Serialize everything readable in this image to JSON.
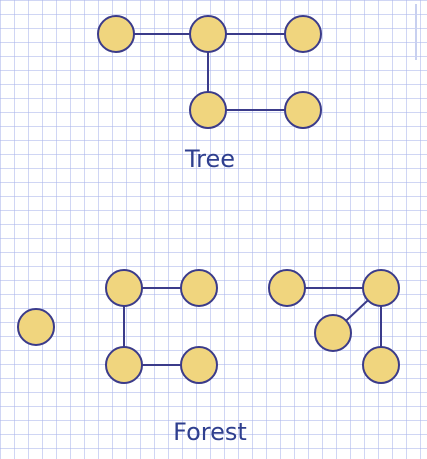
{
  "colors": {
    "node_fill": "#f0d57e",
    "node_stroke": "#3b3b8a",
    "edge": "#3b3b8a",
    "caption": "#2f3f8f"
  },
  "tree": {
    "label": "Tree",
    "nodes": [
      "t1",
      "t2",
      "t3",
      "t4",
      "t5"
    ],
    "edges": [
      [
        "t1",
        "t2"
      ],
      [
        "t2",
        "t3"
      ],
      [
        "t2",
        "t4"
      ],
      [
        "t4",
        "t5"
      ]
    ]
  },
  "forest": {
    "label": "Forest",
    "nodes": [
      "f1",
      "f2",
      "f3",
      "f4",
      "f5",
      "f6",
      "f7",
      "f8",
      "f9"
    ],
    "edges": [
      [
        "f2",
        "f3"
      ],
      [
        "f2",
        "f4"
      ],
      [
        "f4",
        "f5"
      ],
      [
        "f6",
        "f7"
      ],
      [
        "f7",
        "f8"
      ],
      [
        "f7",
        "f9"
      ]
    ]
  }
}
